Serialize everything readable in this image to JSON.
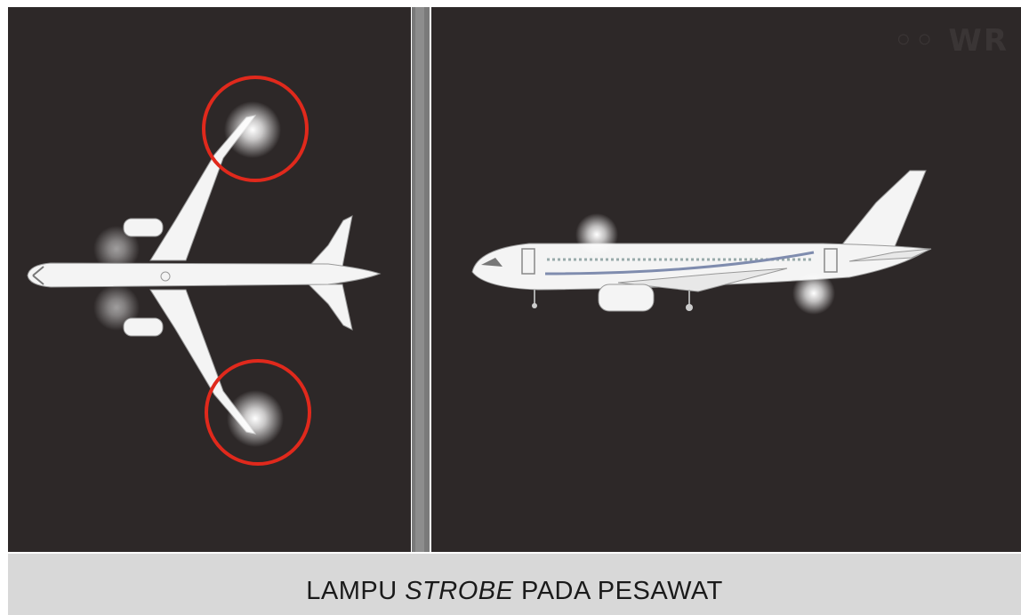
{
  "caption": {
    "prefix": "LAMPU ",
    "emphasis": "STROBE",
    "suffix": " PADA PESAWAT"
  },
  "colors": {
    "background": "#2d2828",
    "divider": "#7a7a7a",
    "caption_bar": "#d8d8d8",
    "highlight_circle": "#e0291c",
    "aircraft": "#f4f4f4"
  },
  "icons": {
    "left_panel": "aircraft-top-view-icon",
    "right_panel": "aircraft-side-view-icon",
    "lights": "strobe-light-icon",
    "markers": "highlight-circle-icon"
  }
}
